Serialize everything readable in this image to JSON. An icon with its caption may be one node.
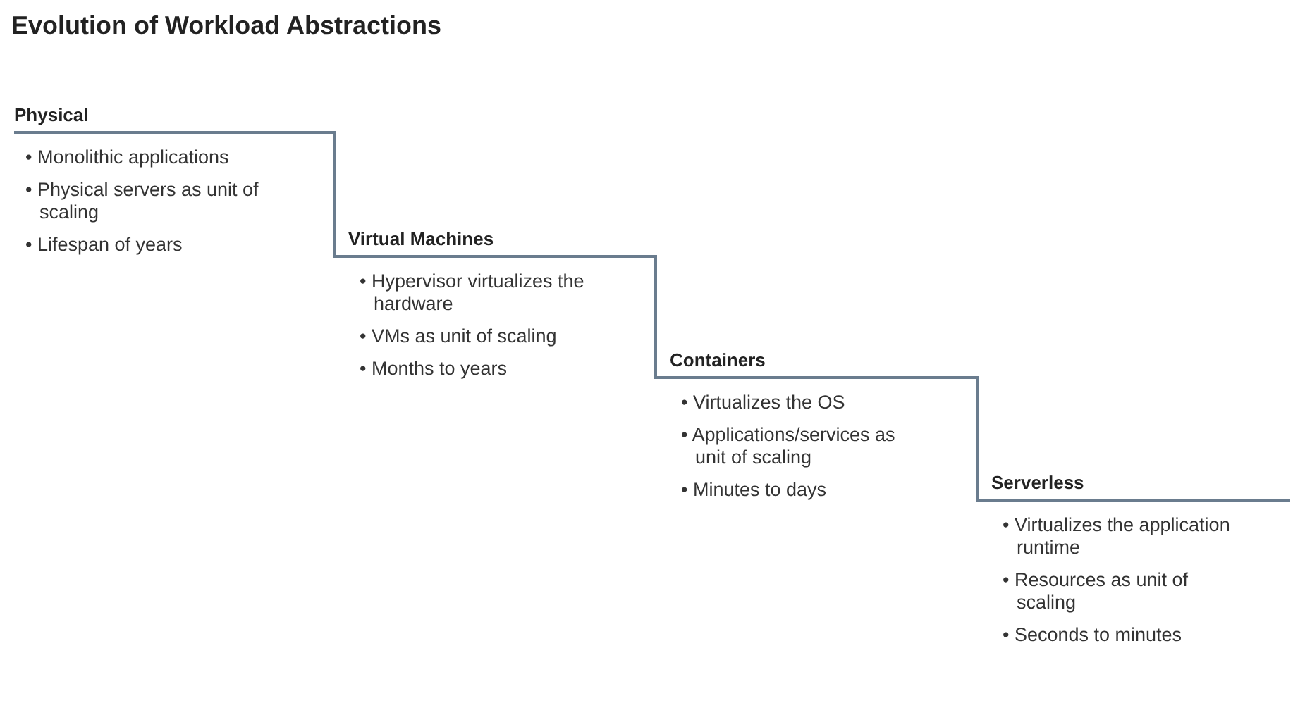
{
  "diagram": {
    "title": "Evolution of Workload Abstractions",
    "nodes": [
      {
        "text": [
          "Physical",
          "• Monolithic applications",
          "• Physical servers as unit of scaling",
          "• Lifespan of years"
        ]
      },
      {
        "text": [
          "Virtual Machines",
          "• Hypervisor virtualizes the hardware",
          "• VMs as unit of scaling",
          "• Months to years"
        ]
      },
      {
        "text": [
          "Containers",
          "• Virtualizes the OS",
          "• Applications/services as unit of scaling",
          "• Minutes to days"
        ]
      },
      {
        "text": [
          "Serverless",
          "• Virtualizes the application runtime",
          "• Resources as unit of scaling",
          "• Seconds to minutes"
        ]
      }
    ]
  }
}
